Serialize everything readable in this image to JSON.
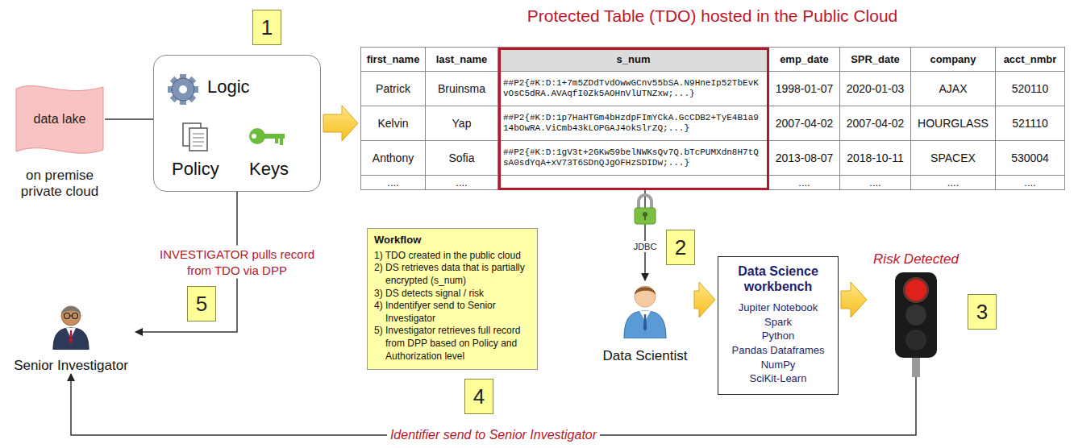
{
  "diagram": {
    "title": "Protected Table (TDO) hosted in the Public Cloud",
    "nodes": [
      {
        "text": [
          "data lake",
          "on premise private cloud"
        ]
      },
      {
        "text": [
          "Logic",
          "Policy",
          "Keys"
        ]
      },
      {
        "text": [
          "1"
        ]
      },
      {
        "text": [
          "first_name",
          "last_name",
          "s_num",
          "emp_date",
          "SPR_date",
          "company",
          "acct_nmbr",
          "Patrick",
          "Bruinsma",
          "##P2{#K:D:1+7m5ZDdTvdOwwGCnv55bSA.N9HneIp52TbEvKvOsC5dRA.AVAqfI0Zk5AOHnVlUTNZxw;...}",
          "1998-01-07",
          "2020-01-03",
          "AJAX",
          "520110",
          "Kelvin",
          "Yap",
          "##P2{#K:D:1p7HaHTGm4bHzdpFImYCkA.GcCDB2+TyE4B1a914bOwRA.ViCmb43kLOPGAJ4okSlrZQ;...}",
          "2007-04-02",
          "2007-04-02",
          "HOURGLASS",
          "521110",
          "Anthony",
          "Sofia",
          "##P2{#K:D:1gV3t+2GKw59belNWKsQv7Q.bTcPUMXdn8H7tQsA0sdYqA+xV73T6SDnQJgOFHzSDIDw;...}",
          "2013-08-07",
          "2018-10-11",
          "SPACEX",
          "530004",
          "....",
          "....",
          "....",
          "....",
          "....",
          "...."
        ]
      },
      {
        "text": [
          "Workflow",
          "1) TDO created in the public cloud",
          "2) DS retrieves data that is partially encrypted (s_num)",
          "3) DS detects signal / risk",
          "4) Indentifyer send to Senior Investigator",
          "5) Investigator retrieves full record from DPP based on Policy and Authorization level"
        ]
      },
      {
        "text": [
          "2"
        ]
      },
      {
        "text": [
          "Data Scientist"
        ]
      },
      {
        "text": [
          "Data Science workbench",
          "Jupiter Notebook",
          "Spark",
          "Python",
          "Pandas Dataframes",
          "NumPy",
          "SciKit-Learn"
        ]
      },
      {
        "text": [
          "Risk Detected"
        ]
      },
      {
        "text": [
          "3"
        ]
      },
      {
        "text": [
          "4"
        ]
      },
      {
        "text": [
          "5"
        ]
      },
      {
        "text": [
          "Senior Investigator"
        ]
      }
    ],
    "edges": [
      {
        "from": 0,
        "to": 1,
        "arrow": "none"
      },
      {
        "from": 1,
        "to": 3,
        "arrow": "to"
      },
      {
        "from": 3,
        "to": 6,
        "arrow": "to",
        "label": "JDBC"
      },
      {
        "from": 6,
        "to": 7,
        "arrow": "to"
      },
      {
        "from": 7,
        "to": 8,
        "arrow": "to"
      },
      {
        "from": 8,
        "to": 12,
        "arrow": "to",
        "label": "Identifier send to Senior Investigator"
      },
      {
        "from": 1,
        "to": 12,
        "arrow": "to",
        "label": "INVESTIGATOR pulls record from TDO via DPP"
      }
    ]
  }
}
